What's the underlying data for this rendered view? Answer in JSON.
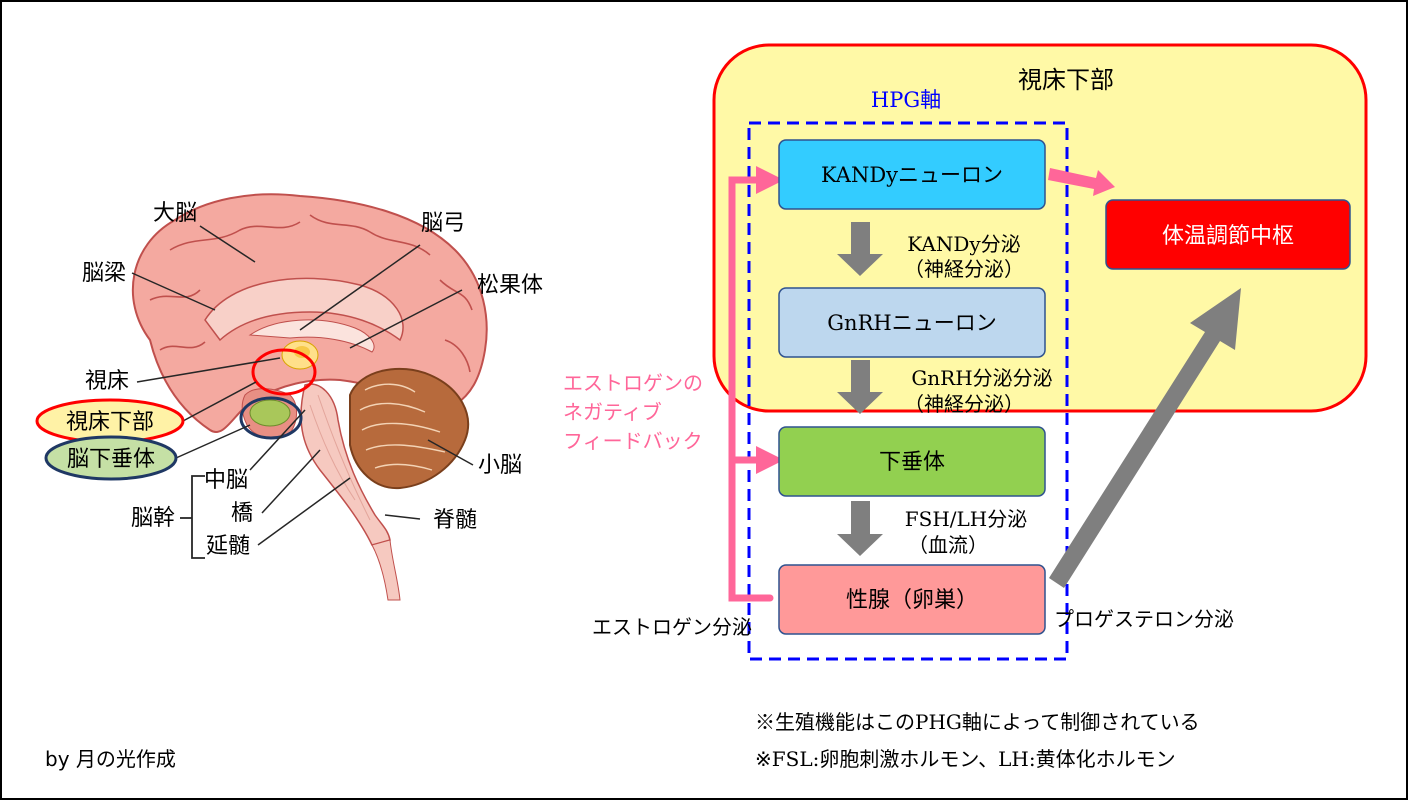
{
  "brain": {
    "labels": {
      "cerebrum": "大脳",
      "corpus_callosum": "脳梁",
      "fornix": "脳弓",
      "pineal": "松果体",
      "thalamus": "視床",
      "hypothalamus": "視床下部",
      "pituitary": "脳下垂体",
      "brainstem": "脳幹",
      "midbrain": "中脳",
      "pons": "橋",
      "medulla": "延髄",
      "cerebellum": "小脳",
      "spinal_cord": "脊髄"
    }
  },
  "credit": "by 月の光作成",
  "diagram": {
    "hypothalamus_title": "視床下部",
    "hpg_axis_label": "HPG軸",
    "nodes": {
      "kandy": "KANDyニューロン",
      "gnrh": "GnRHニューロン",
      "pituitary": "下垂体",
      "gonad": "性腺（卵巣）",
      "thermo": "体温調節中枢"
    },
    "edges": {
      "kandy_secretion": "KANDy分泌",
      "kandy_secretion_note": "（神経分泌）",
      "gnrh_secretion": "GnRH分泌分泌",
      "gnrh_secretion_note": "（神経分泌）",
      "fsh_lh_secretion": "FSH/LH分泌",
      "fsh_lh_secretion_note": "（血流）"
    },
    "feedback": {
      "line1": "エストロゲンの",
      "line2": "ネガティブ",
      "line3": "フィードバック"
    },
    "estrogen_secretion": "エストロゲン分泌",
    "progesterone_secretion": "プロゲステロン分泌"
  },
  "notes": {
    "note1": "※生殖機能はこのPHG軸によって制御されている",
    "note2": "※FSL:卵胞刺激ホルモン、LH:黄体化ホルモン"
  },
  "colors": {
    "hypothalamus_fill": "#fff9a6",
    "hypothalamus_border": "#ff0000",
    "hpg_axis": "#0000ff",
    "kandy_fill": "#33ccff",
    "gnrh_fill": "#bdd7ee",
    "pituitary_fill": "#92d050",
    "gonad_fill": "#ff9999",
    "thermo_fill": "#ff0000",
    "feedback": "#ff6699",
    "arrow_gray": "#7f7f7f"
  }
}
